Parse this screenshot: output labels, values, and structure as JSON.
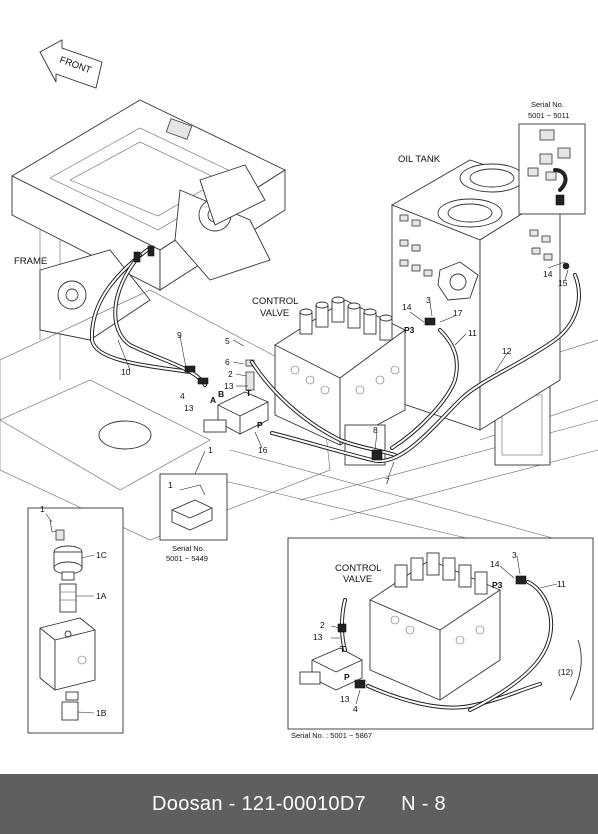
{
  "labels": {
    "front": "FRONT",
    "frame": "FRAME",
    "oil_tank": "OIL TANK",
    "control_valve_1": "CONTROL",
    "control_valve_2": "VALVE",
    "serial_top_1": "Serial No.",
    "serial_top_2": "5001 ~ 5011",
    "serial_mid_1": "Serial No.",
    "serial_mid_2": "5001 ~ 5449",
    "serial_bottom": "Serial No. : 5001 ~ 5867"
  },
  "callouts": {
    "n1": "1",
    "n1a": "1A",
    "n1b": "1B",
    "n1c": "1C",
    "n2": "2",
    "n3": "3",
    "n4": "4",
    "n5": "5",
    "n6": "6",
    "n7": "7",
    "n8": "8",
    "n9": "9",
    "n10": "10",
    "n11": "11",
    "n12": "12",
    "n12p": "(12)",
    "n13": "13",
    "n14": "14",
    "n15": "15",
    "n16": "16",
    "n17": "17",
    "pA": "A",
    "pB": "B",
    "pT": "T",
    "pP": "P",
    "pP3": "P3"
  },
  "footer": {
    "brand": "Doosan",
    "sep": " - ",
    "part_number": "121-00010D7",
    "page": "N - 8"
  }
}
